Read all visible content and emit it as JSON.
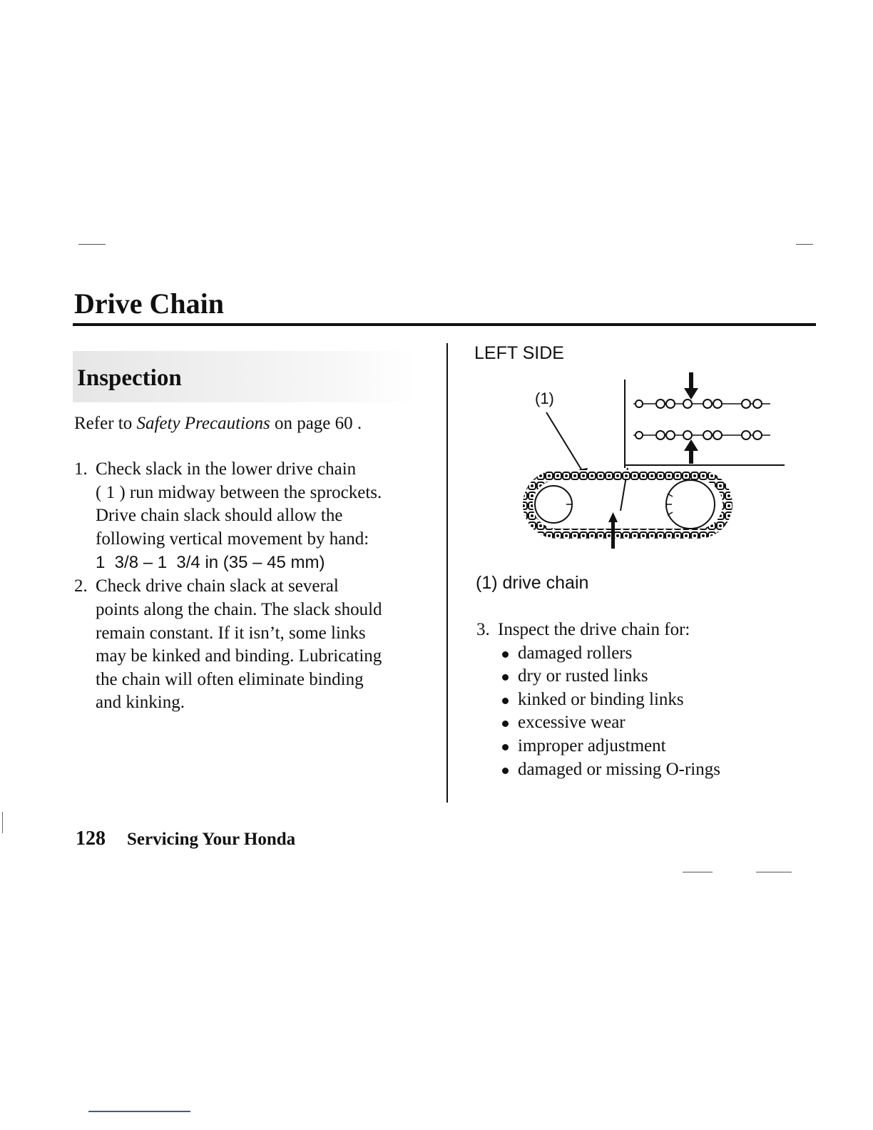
{
  "page": {
    "title": "Drive Chain",
    "section_title": "Inspection",
    "refer": {
      "prefix": "Refer to ",
      "link": "Safety Precautions",
      "middle": " on page ",
      "page": "60",
      "suffix": " ."
    },
    "steps": [
      {
        "num": "1.",
        "lines": [
          "Check slack in the lower drive chain",
          "( 1 ) run midway between the sprockets.",
          "Drive chain slack should allow the",
          "following vertical movement by hand:"
        ],
        "spec": "1  3/8 – 1  3/4 in (35 – 45 mm)"
      },
      {
        "num": "2.",
        "lines": [
          "Check drive chain slack at several",
          "points along the chain. The slack should",
          "remain constant. If it isn’t, some links",
          "may be kinked and binding. Lubricating",
          "the chain will often eliminate binding",
          "and kinking."
        ]
      }
    ],
    "figure": {
      "side_label": "LEFT SIDE",
      "callout_marker": "(1)",
      "callout_label": "(1) drive chain"
    },
    "inspect": {
      "num": "3.",
      "heading": "Inspect the drive chain for:",
      "items": [
        "damaged rollers",
        "dry or rusted links",
        "kinked or binding links",
        "excessive wear",
        "improper adjustment",
        "damaged or missing O-rings"
      ]
    },
    "footer": {
      "page_number": "128",
      "section": "Servicing Your Honda"
    }
  }
}
